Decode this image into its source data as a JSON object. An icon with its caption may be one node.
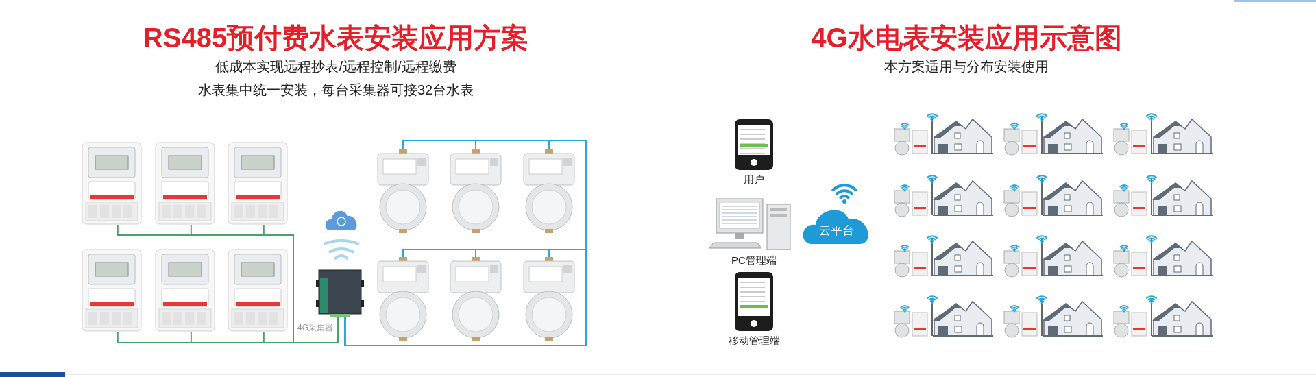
{
  "diagram": {
    "nodes": [
      {
        "text": [],
        "shape": "picture"
      },
      {
        "text": [],
        "shape": "picture"
      },
      {
        "text": [],
        "shape": "picture"
      },
      {
        "text": [],
        "shape": "picture"
      },
      {
        "text": [],
        "shape": "picture"
      },
      {
        "text": [],
        "shape": "picture"
      },
      {
        "text": [],
        "shape": "picture"
      },
      {
        "text": [],
        "shape": "picture"
      },
      {
        "text": [],
        "shape": "picture"
      },
      {
        "text": [],
        "shape": "picture"
      },
      {
        "text": [],
        "shape": "picture"
      },
      {
        "text": [],
        "shape": "picture"
      },
      {
        "text": [],
        "shape": "picture",
        "beside": [
          "4G采集器"
        ]
      },
      {
        "text": [
          "用户"
        ]
      },
      {
        "text": [
          "PC管理端"
        ]
      },
      {
        "text": [
          "移动管理端"
        ]
      },
      {
        "text": [
          "云平台"
        ]
      }
    ],
    "edges": [
      {
        "from": 0,
        "to": 12,
        "arrow": "none"
      },
      {
        "from": 1,
        "to": 12,
        "arrow": "none"
      },
      {
        "from": 2,
        "to": 12,
        "arrow": "none"
      },
      {
        "from": 3,
        "to": 12,
        "arrow": "none"
      },
      {
        "from": 4,
        "to": 12,
        "arrow": "none"
      },
      {
        "from": 5,
        "to": 12,
        "arrow": "none"
      },
      {
        "from": 6,
        "to": 12,
        "arrow": "none",
        "color": "#2aa7dc"
      },
      {
        "from": 7,
        "to": 12,
        "arrow": "none",
        "color": "#2aa7dc"
      },
      {
        "from": 8,
        "to": 12,
        "arrow": "none",
        "color": "#2aa7dc"
      },
      {
        "from": 9,
        "to": 12,
        "arrow": "none",
        "color": "#2aa7dc"
      },
      {
        "from": 10,
        "to": 12,
        "arrow": "none",
        "color": "#2aa7dc"
      },
      {
        "from": 11,
        "to": 12,
        "arrow": "none",
        "color": "#2aa7dc"
      }
    ],
    "labels": [
      "RS485预付费水表安装应用方案",
      "低成本实现远程抄表/远程控制/远程缴费",
      "水表集中统一安装，每台采集器可接32台水表",
      "4G水电表安装应用示意图",
      "本方案适用与分布安装使用"
    ]
  }
}
